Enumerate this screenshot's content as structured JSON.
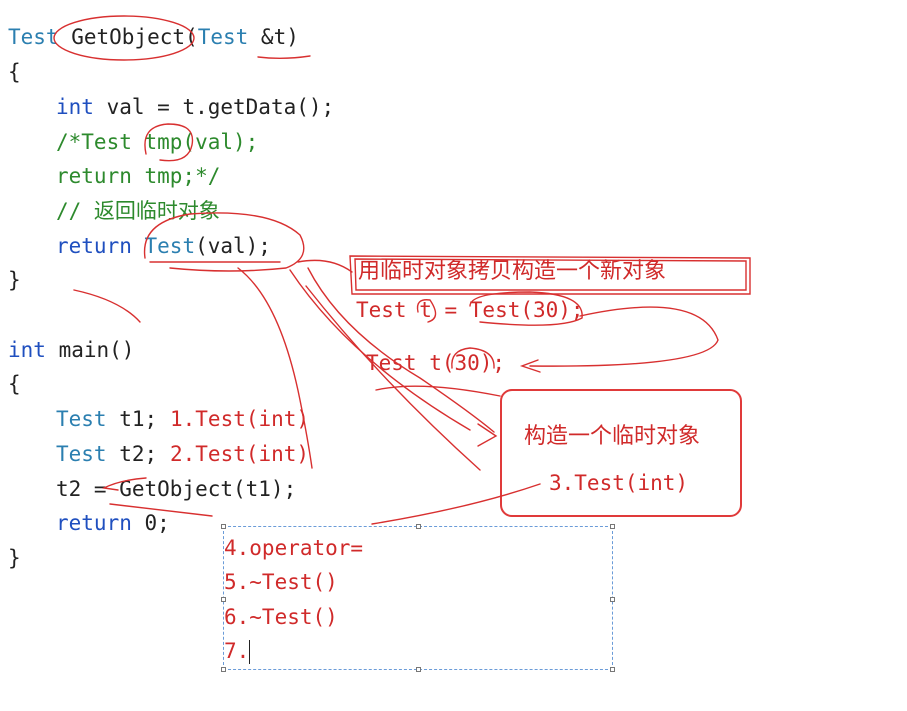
{
  "code": {
    "l1_type": "Test",
    "l1_func": "GetObject",
    "l1_paren": "(",
    "l1_ptype": "Test",
    "l1_ref": "&t)",
    "l2": "{",
    "l3_kw": "int",
    "l3_rest": " val = t.getData();",
    "l4": "/*Test tmp(val);",
    "l5": "return tmp;*/",
    "l6": "// 返回临时对象",
    "l7_kw": "return",
    "l7_type": "Test",
    "l7_rest": "(val);",
    "l8": "}",
    "l10_kw": "int",
    "l10_rest": " main()",
    "l11": "{",
    "l12_type": "Test",
    "l12_rest": " t1;",
    "l13_type": "Test",
    "l13_rest": " t2;",
    "l14": "t2 = GetObject(t1);",
    "l15_kw": "return",
    "l15_rest": " 0;",
    "l16": "}"
  },
  "annotations": {
    "step1": "1.Test(int)",
    "step2": "2.Test(int)",
    "note_copy_construct": "用临时对象拷贝构造一个新对象",
    "example1": "Test t = Test(30);",
    "example2": "Test t(30);",
    "note_temp_object": "构造一个临时对象",
    "step3": "3.Test(int)"
  },
  "textbox": {
    "line4": "4.operator=",
    "line5": "5.~Test()",
    "line6": "6.~Test()",
    "line7": "7."
  },
  "colors": {
    "annotation_red": "#d02a2a",
    "keyword_blue": "#1f4fbf",
    "type_blue": "#2b7fb0",
    "comment_green": "#2d8a2d",
    "selection_dashed": "#6a9bd8"
  }
}
